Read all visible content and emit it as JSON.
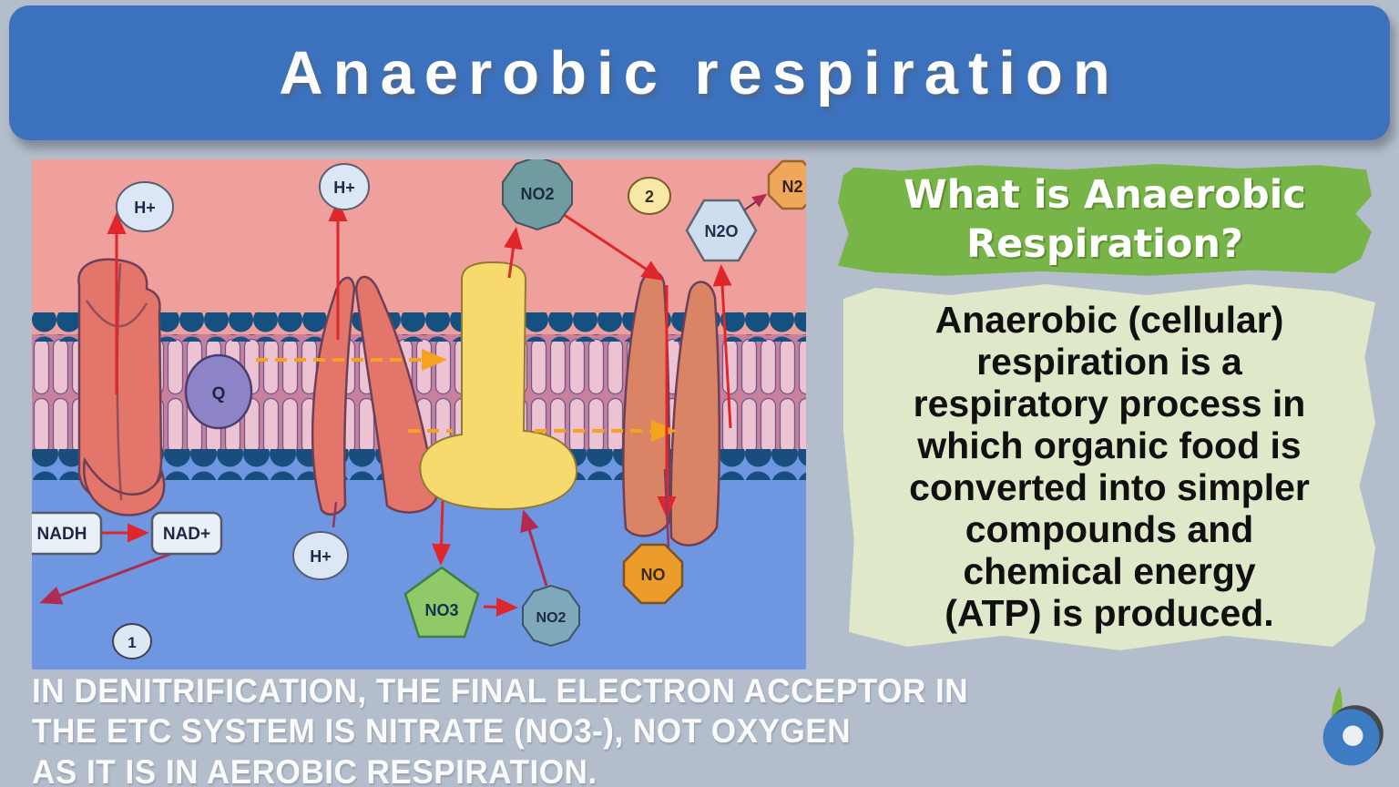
{
  "header": {
    "title": "Anaerobic respiration"
  },
  "question_banner": {
    "lines": [
      "What is Anaerobic",
      "Respiration?"
    ]
  },
  "definition": {
    "lines": [
      "Anaerobic (cellular)",
      "respiration is a",
      "respiratory process in",
      "which organic food is",
      "converted into simpler",
      "compounds and",
      "chemical energy",
      "(ATP) is produced."
    ]
  },
  "caption": {
    "lines": [
      "IN DENITRIFICATION, THE FINAL ELECTRON ACCEPTOR IN",
      "THE ETC SYSTEM IS NITRATE (NO3-), NOT OXYGEN",
      "AS IT IS IN AEROBIC RESPIRATION."
    ]
  },
  "diagram": {
    "labels": {
      "h_plus_left": "H+",
      "h_plus_mid": "H+",
      "h_plus_bottom": "H+",
      "q": "Q",
      "no2_top": "NO2",
      "step_2": "2",
      "n2o": "N2O",
      "n2": "N2",
      "nadh": "NADH",
      "nad_plus": "NAD+",
      "step_1": "1",
      "no3": "NO3",
      "no2_bottom": "NO2",
      "no": "NO"
    }
  },
  "colors": {
    "page_background": "#b4bdcc",
    "header_blue": "#3b71bd",
    "banner_green": "#78b548",
    "definition_bg": "#dfe9ca",
    "periplasm_pink": "#efa09c",
    "cytoplasm_blue": "#6e96e1",
    "membrane_head_blue": "#155180",
    "lipid_tail_pink": "#edc3d3",
    "protein_salmon": "#e4756b",
    "protein_tan": "#db8465",
    "protein_yellow": "#f7da6e",
    "quinone_purple": "#8d84c8",
    "arrow_red": "#e0252b",
    "arrow_maroon": "#b12b50",
    "arrow_orange": "#f5a31c",
    "caption_white": "#fbfbfb"
  }
}
